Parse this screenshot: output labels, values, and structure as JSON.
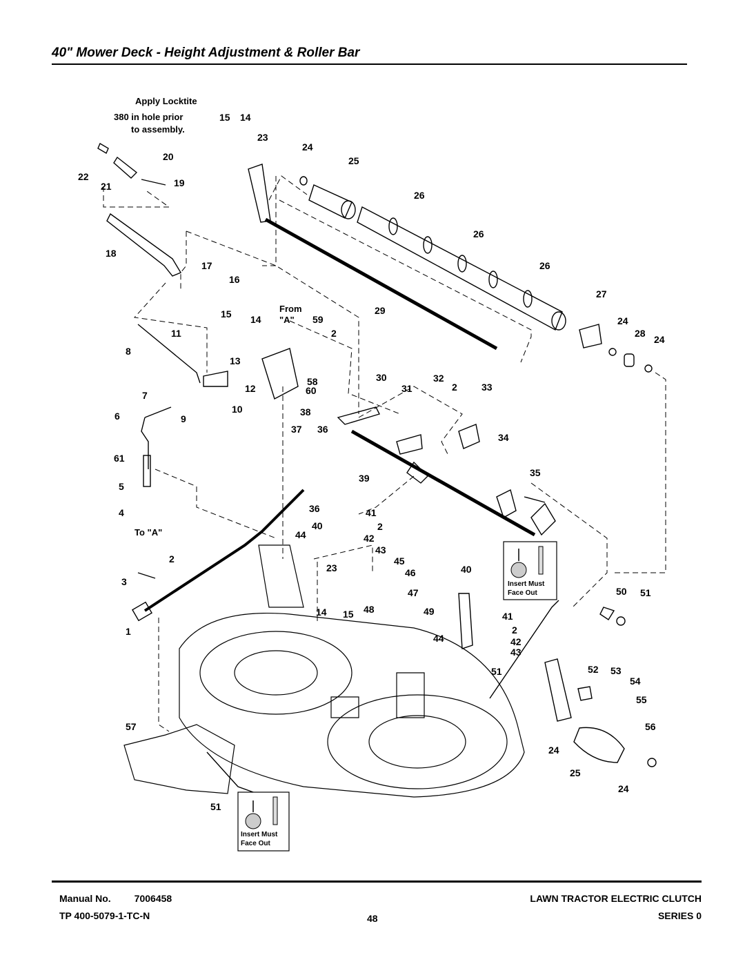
{
  "title": "40\" Mower Deck - Height Adjustment & Roller Bar",
  "notes": {
    "locktite": [
      "Apply Locktite",
      "380 in hole prior",
      "to assembly."
    ],
    "from_a": [
      "From",
      "\"A\""
    ],
    "to_a": "To \"A\"",
    "insert_must": [
      "Insert Must",
      "Face Out"
    ]
  },
  "callouts": [
    "1",
    "2",
    "3",
    "4",
    "5",
    "6",
    "7",
    "8",
    "9",
    "10",
    "11",
    "12",
    "13",
    "14",
    "15",
    "16",
    "17",
    "18",
    "19",
    "20",
    "21",
    "22",
    "23",
    "24",
    "25",
    "26",
    "27",
    "28",
    "29",
    "30",
    "31",
    "32",
    "33",
    "34",
    "35",
    "36",
    "37",
    "38",
    "39",
    "40",
    "41",
    "42",
    "43",
    "44",
    "45",
    "46",
    "47",
    "48",
    "49",
    "50",
    "51",
    "52",
    "53",
    "54",
    "55",
    "56",
    "57",
    "58",
    "59",
    "60",
    "61"
  ],
  "footer": {
    "manual_label": "Manual No.",
    "manual_no": "7006458",
    "tp": "TP 400-5079-1-TC-N",
    "page": "48",
    "product": "LAWN TRACTOR ELECTRIC CLUTCH",
    "series": "SERIES 0"
  }
}
